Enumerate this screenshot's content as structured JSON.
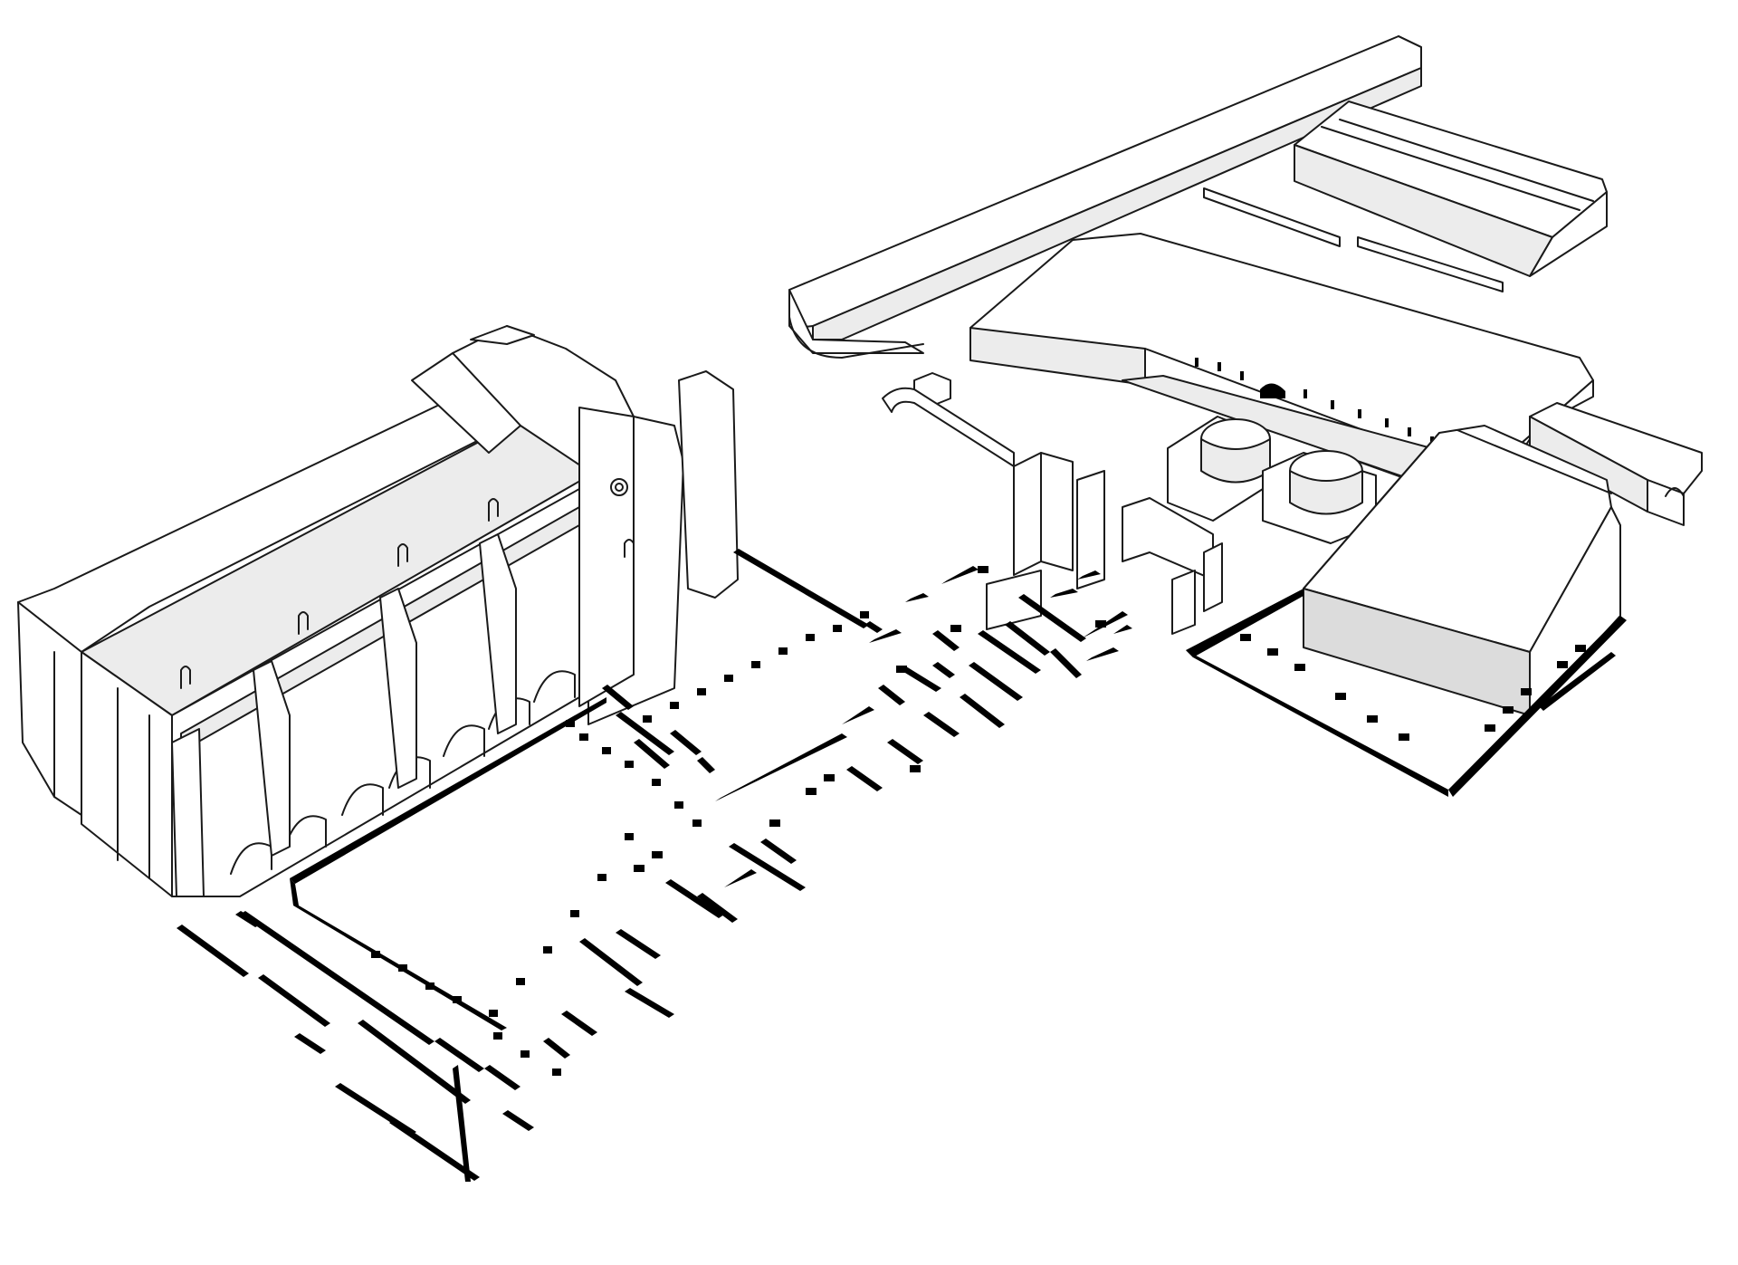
{
  "diagram": {
    "kind": "axonometric site plan drawing",
    "background": "#ffffff",
    "line_color": "#1a1a1a",
    "wall_color": "#000000",
    "shade_color": "#ececec",
    "components": [
      "church",
      "cloister",
      "ruined-building-walls",
      "long-wing-building",
      "barn-building",
      "roofed-hall",
      "cistern-cylinders",
      "enclosure-wall"
    ]
  }
}
